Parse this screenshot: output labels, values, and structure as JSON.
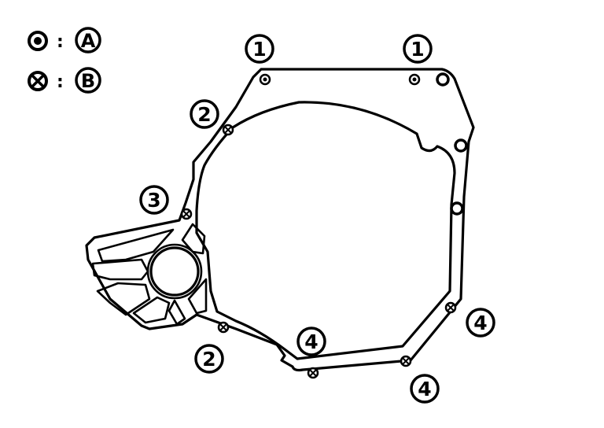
{
  "legend": [
    {
      "symbol": "dot-bolt",
      "separator": ":",
      "label": "A"
    },
    {
      "symbol": "cross-bolt",
      "separator": ":",
      "label": "B"
    }
  ],
  "callouts": {
    "one": "1",
    "two": "2",
    "three": "3",
    "four": "4"
  },
  "colors": {
    "ink": "#000000",
    "paper": "#ffffff"
  }
}
